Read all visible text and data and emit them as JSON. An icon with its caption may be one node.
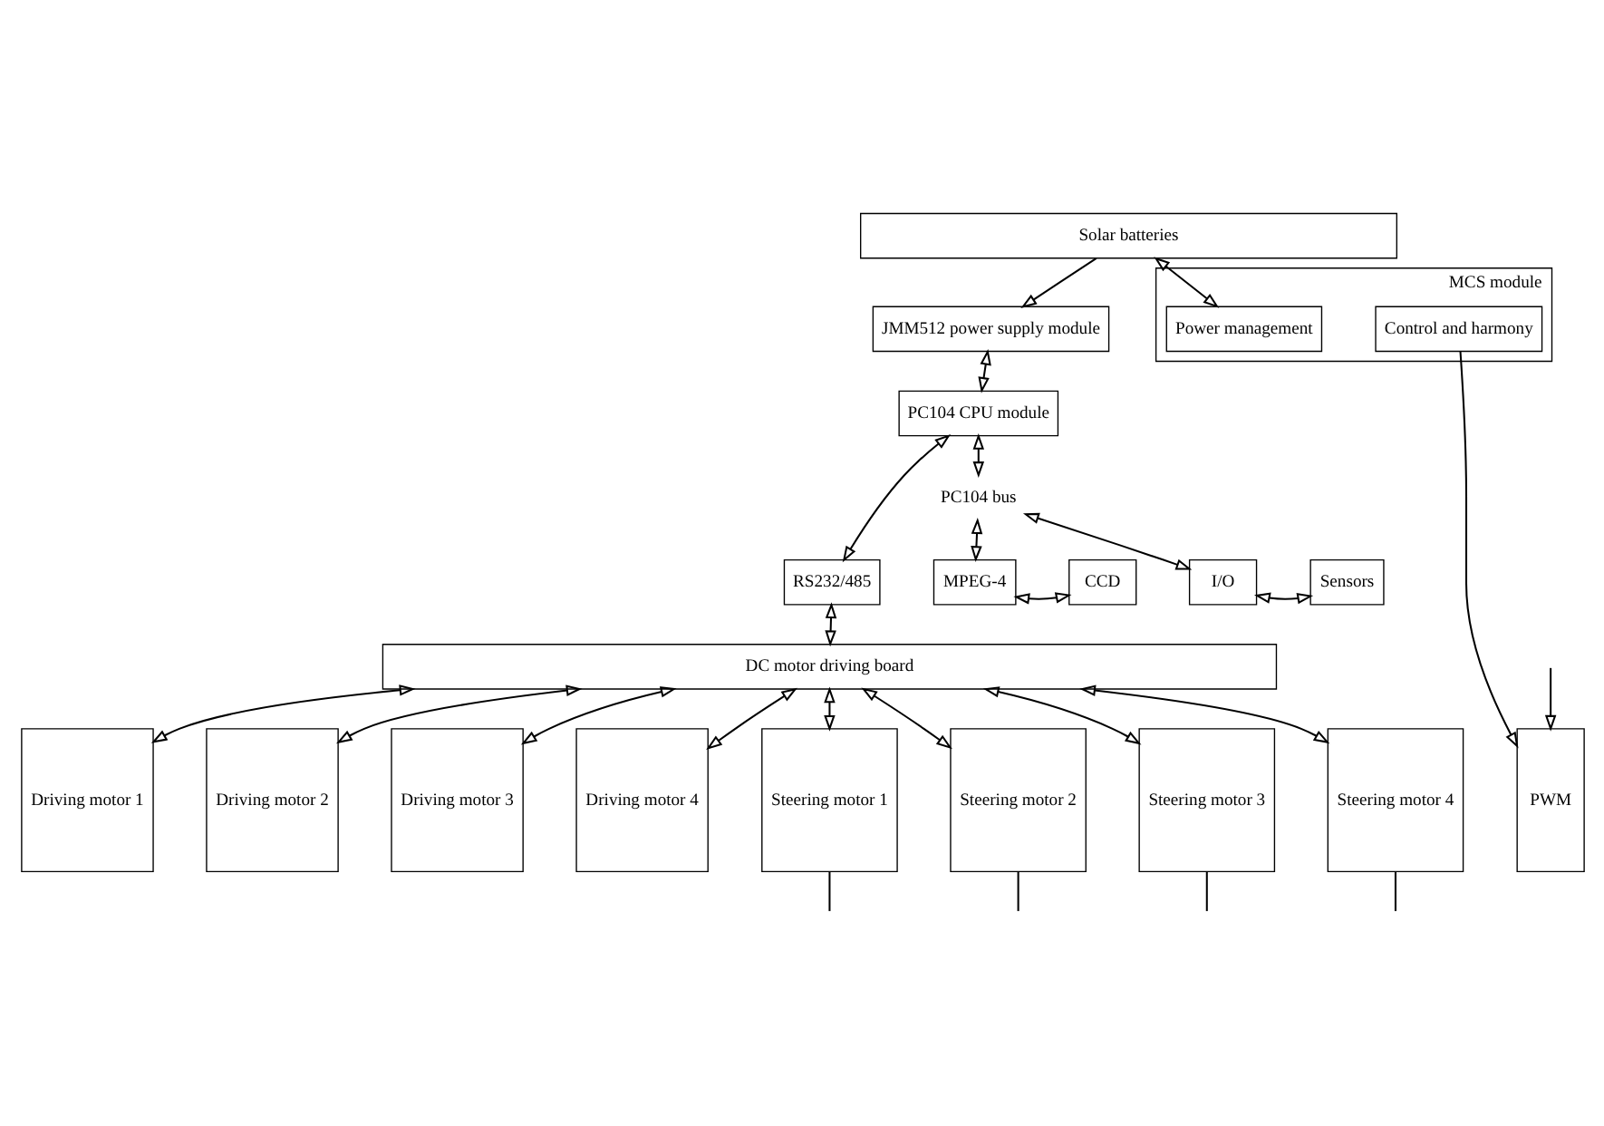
{
  "diagram": {
    "nodes": [
      {
        "text": [
          "Solar batteries"
        ]
      },
      {
        "text": [
          "JMM512 power supply module"
        ]
      },
      {
        "text": [
          "PC104 CPU module"
        ]
      },
      {
        "text": [
          "MCS module"
        ]
      },
      {
        "text": [
          "Power management"
        ],
        "in": 3
      },
      {
        "text": [
          "Control and harmony"
        ],
        "in": 3
      },
      {
        "text": [
          "PC104 bus"
        ]
      },
      {
        "text": [
          "RS232/485"
        ]
      },
      {
        "text": [
          "MPEG-4"
        ]
      },
      {
        "text": [
          "CCD"
        ]
      },
      {
        "text": [
          "I/O"
        ]
      },
      {
        "text": [
          "Sensors"
        ]
      },
      {
        "text": [
          "DC motor driving board"
        ]
      },
      {
        "text": [
          "Driving motor 1"
        ]
      },
      {
        "text": [
          "Driving motor 2"
        ]
      },
      {
        "text": [
          "Driving motor 3"
        ]
      },
      {
        "text": [
          "Driving motor 4"
        ]
      },
      {
        "text": [
          "Steering motor 1"
        ]
      },
      {
        "text": [
          "Steering motor 2"
        ]
      },
      {
        "text": [
          "Steering motor 3"
        ]
      },
      {
        "text": [
          "Steering motor 4"
        ]
      },
      {
        "text": [
          "PWM"
        ]
      }
    ],
    "edges": [
      {
        "from": 0,
        "to": 1,
        "arrow": "to"
      },
      {
        "from": 0,
        "to": 4,
        "arrow": "both"
      },
      {
        "from": 1,
        "to": 2,
        "arrow": "both"
      },
      {
        "from": 2,
        "to": 7,
        "arrow": "both"
      },
      {
        "from": 2,
        "to": 6,
        "arrow": "both"
      },
      {
        "from": 6,
        "to": 8,
        "arrow": "both"
      },
      {
        "from": 6,
        "to": 10,
        "arrow": "both"
      },
      {
        "from": 8,
        "to": 9,
        "arrow": "both"
      },
      {
        "from": 10,
        "to": 11,
        "arrow": "both"
      },
      {
        "from": 7,
        "to": 12,
        "arrow": "both"
      },
      {
        "from": 12,
        "to": 13,
        "arrow": "both"
      },
      {
        "from": 12,
        "to": 14,
        "arrow": "both"
      },
      {
        "from": 12,
        "to": 15,
        "arrow": "both"
      },
      {
        "from": 12,
        "to": 16,
        "arrow": "both"
      },
      {
        "from": 12,
        "to": 17,
        "arrow": "both"
      },
      {
        "from": 12,
        "to": 18,
        "arrow": "both"
      },
      {
        "from": 12,
        "to": 19,
        "arrow": "both"
      },
      {
        "from": 12,
        "to": 20,
        "arrow": "both"
      },
      {
        "from": 5,
        "to": 21,
        "arrow": "to"
      },
      {
        "from": 17,
        "to": null,
        "arrow": "none"
      },
      {
        "from": 18,
        "to": null,
        "arrow": "none"
      },
      {
        "from": 19,
        "to": null,
        "arrow": "none"
      },
      {
        "from": 20,
        "to": null,
        "arrow": "none"
      },
      {
        "from": null,
        "to": 21,
        "arrow": "to"
      }
    ]
  }
}
